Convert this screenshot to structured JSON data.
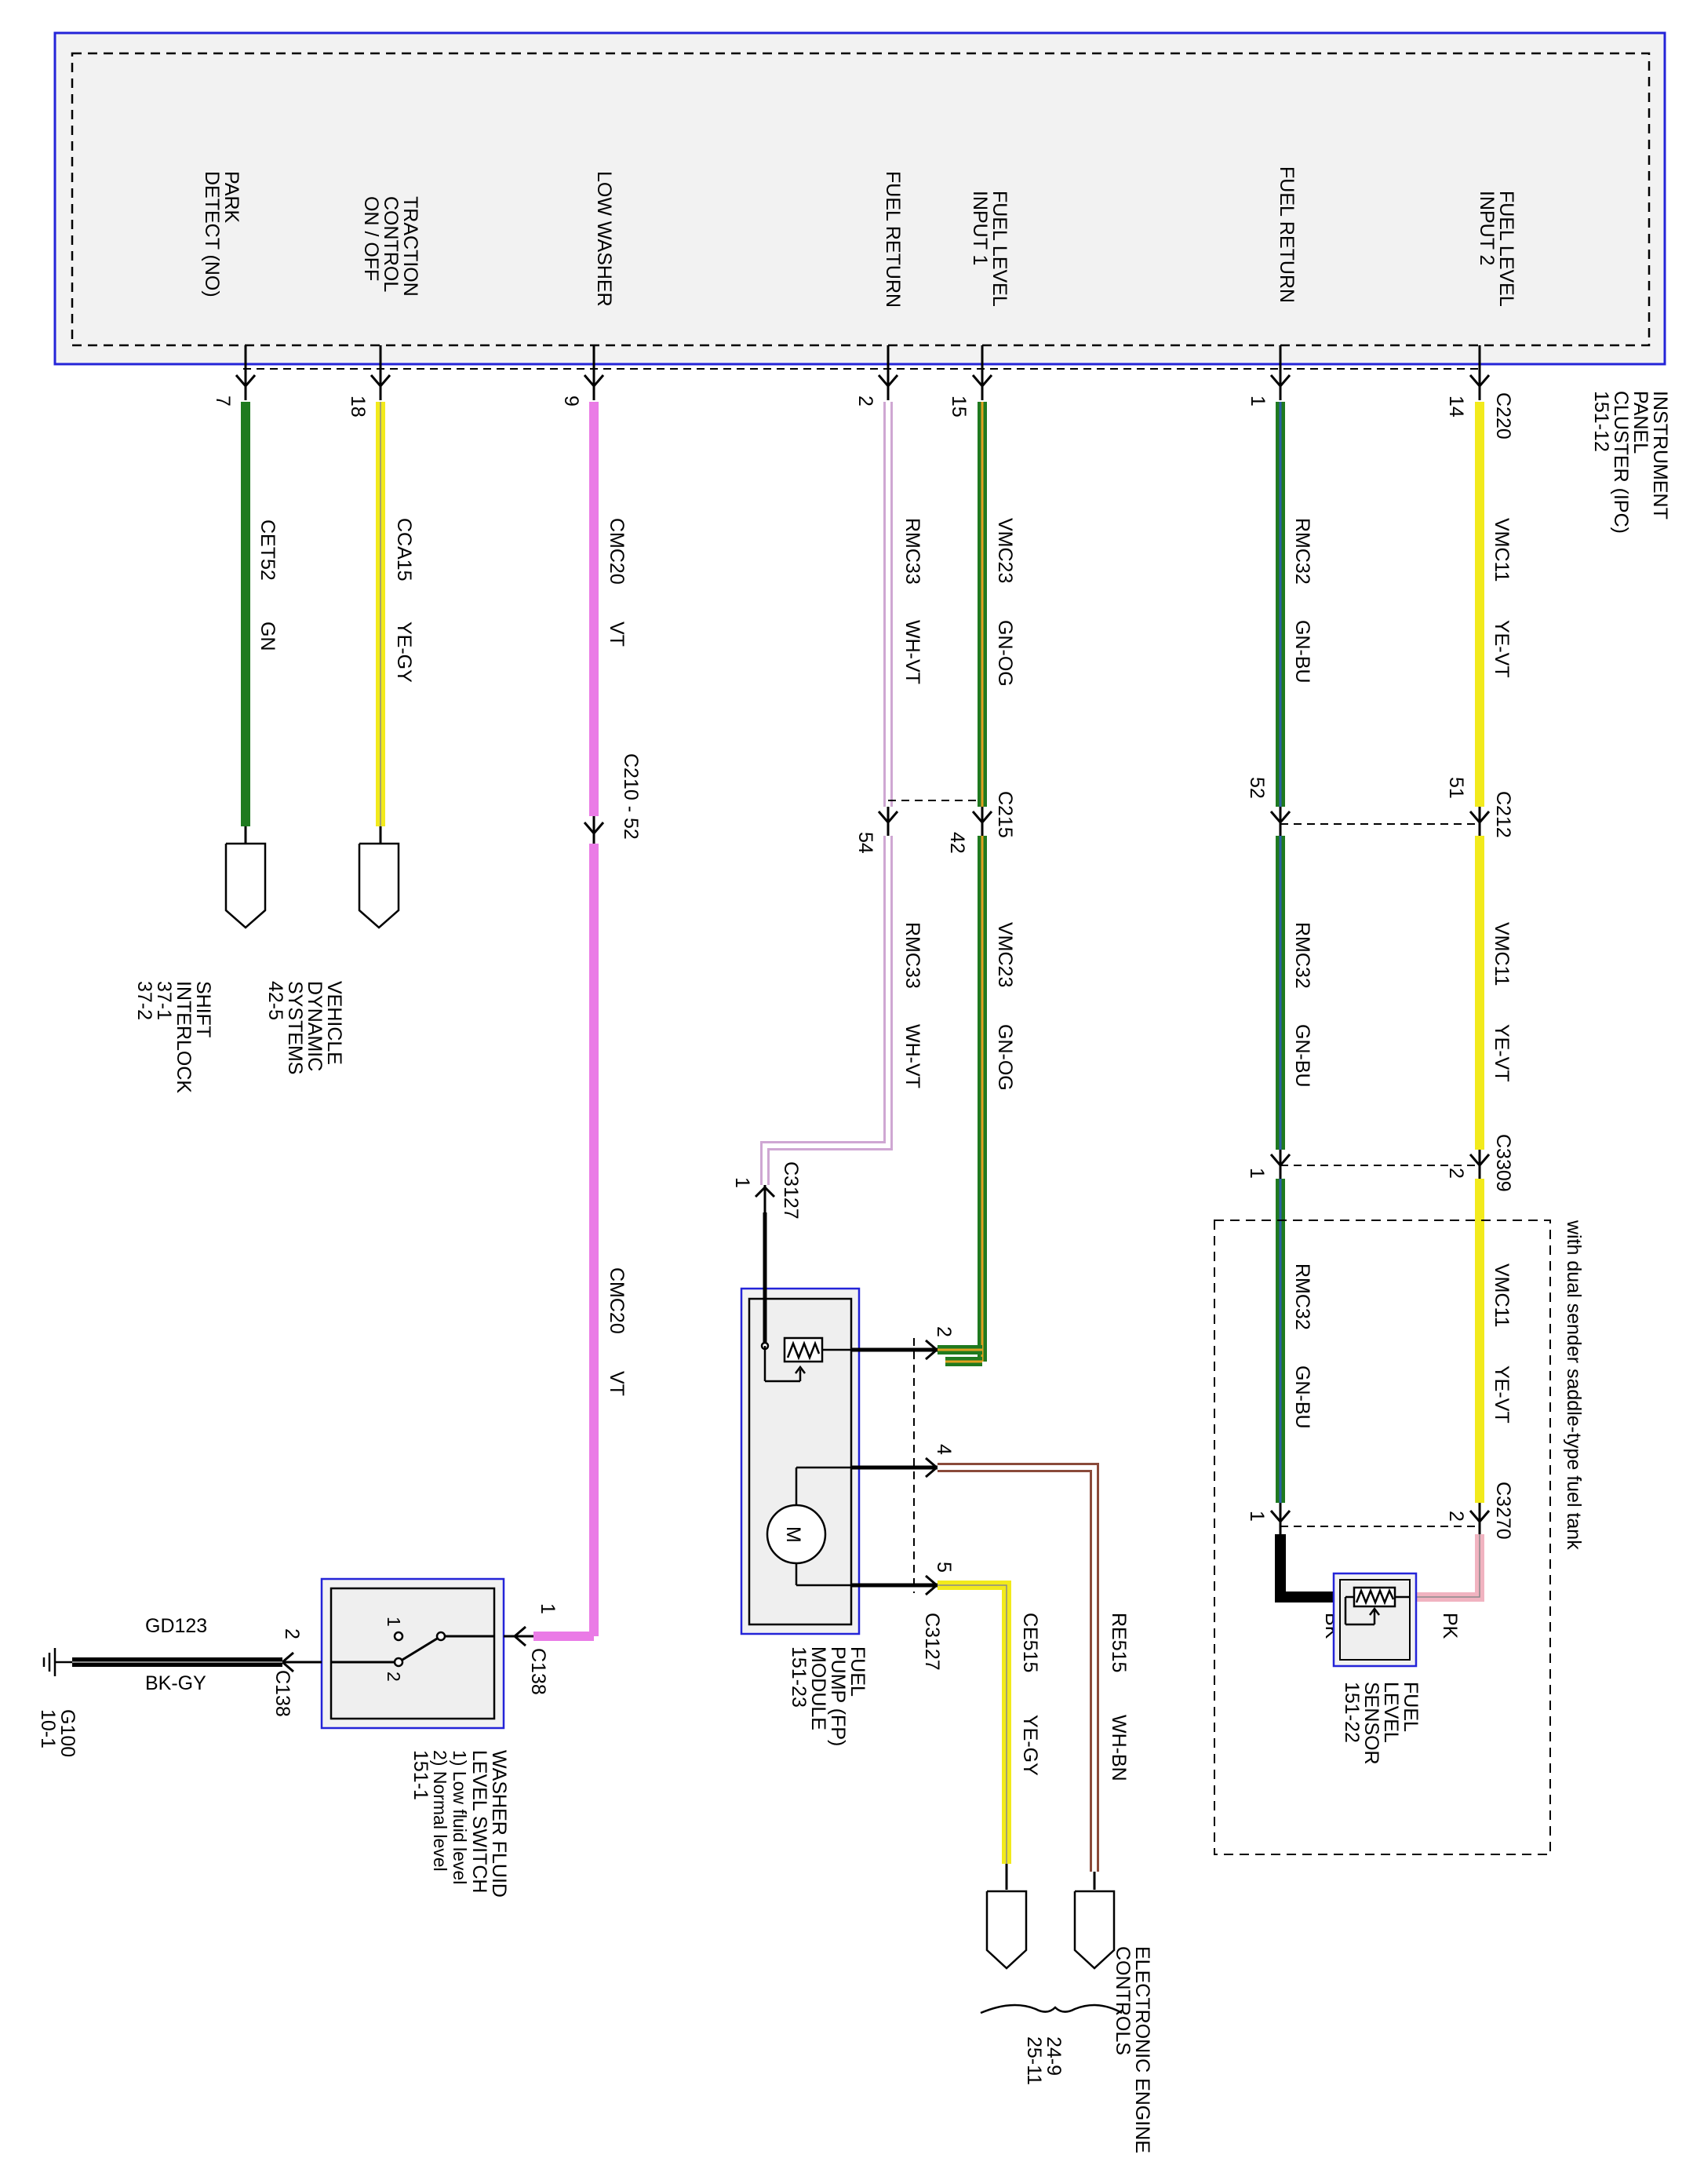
{
  "ipc": {
    "name": [
      "INSTRUMENT",
      "PANEL",
      "CLUSTER (IPC)",
      "151-12"
    ],
    "connector": "C220",
    "pins": [
      {
        "label": [
          "PARK",
          "DETECT (NO)"
        ],
        "pin": "7"
      },
      {
        "label": [
          "TRACTION",
          "CONTROL",
          "ON / OFF"
        ],
        "pin": "18"
      },
      {
        "label": [
          "LOW WASHER"
        ],
        "pin": "9"
      },
      {
        "label": [
          "FUEL RETURN"
        ],
        "pin": "2"
      },
      {
        "label": [
          "FUEL LEVEL",
          "INPUT 1"
        ],
        "pin": "15"
      },
      {
        "label": [
          "FUEL RETURN"
        ],
        "pin": "1"
      },
      {
        "label": [
          "FUEL LEVEL",
          "INPUT 2"
        ],
        "pin": "14"
      }
    ]
  },
  "wires": {
    "w1": {
      "circuit": "CET52",
      "color": "GN"
    },
    "w2": {
      "circuit": "CCA15",
      "color": "YE-GY"
    },
    "w3": {
      "circuit": "CMC20",
      "color": "VT"
    },
    "w4": {
      "circuit": "RMC33",
      "color": "WH-VT"
    },
    "w5": {
      "circuit": "VMC23",
      "color": "GN-OG"
    },
    "w6": {
      "circuit": "RMC32",
      "color": "GN-BU"
    },
    "w7": {
      "circuit": "VMC11",
      "color": "YE-VT"
    },
    "ground_circuit": "GD123",
    "ground_color": "BK-GY",
    "ee1": {
      "circuit": "RE515",
      "color": "WH-BN"
    },
    "ee2": {
      "circuit": "CE515",
      "color": "YE-GY"
    },
    "sensor_bk": "BK",
    "sensor_pk": "PK"
  },
  "connectors": {
    "c210": "C210 - 52",
    "c215": "C215",
    "c215_pin_a": "54",
    "c215_pin_b": "42",
    "c212": "C212",
    "c212_pin_a": "52",
    "c212_pin_b": "51",
    "c3309": "C3309",
    "c3309_pin_a": "1",
    "c3309_pin_b": "2",
    "c3270": "C3270",
    "c3270_pin_a": "1",
    "c3270_pin_b": "2",
    "c3127": "C3127",
    "c3127_pin_1": "1",
    "pump_pin_2": "2",
    "pump_pin_4": "4",
    "pump_pin_5": "5",
    "c138": "C138",
    "c138_pin_1": "1",
    "c138_pin_2": "2"
  },
  "destinations": {
    "shift": [
      "SHIFT",
      "INTERLOCK",
      "37-1",
      "37-2"
    ],
    "vds": [
      "VEHICLE",
      "DYNAMIC",
      "SYSTEMS",
      "42-5"
    ],
    "eec": [
      "ELECTRONIC ENGINE",
      "CONTROLS"
    ],
    "eec_refs": [
      "24-9",
      "25-11"
    ]
  },
  "components": {
    "pump": [
      "FUEL",
      "PUMP (FP)",
      "MODULE",
      "151-23"
    ],
    "pump_motor": "M",
    "sensor": [
      "FUEL",
      "LEVEL",
      "SENSOR",
      "151-22"
    ],
    "washer": [
      "WASHER FLUID",
      "LEVEL SWITCH",
      "1) Low fluid level",
      "2) Normal level",
      "151-1"
    ],
    "switch_pos_1": "1",
    "switch_pos_2": "2",
    "tank_note": "with dual sender saddle-type fuel tank"
  },
  "ground": {
    "name": "G100",
    "ref": "10-1"
  },
  "colors": {
    "border": "#2424d8",
    "green": "#1f7a1f",
    "yellow": "#f2ea1c",
    "violet": "#ea7be6",
    "pink": "#f1b3c0",
    "box_fill": "#efefef"
  }
}
